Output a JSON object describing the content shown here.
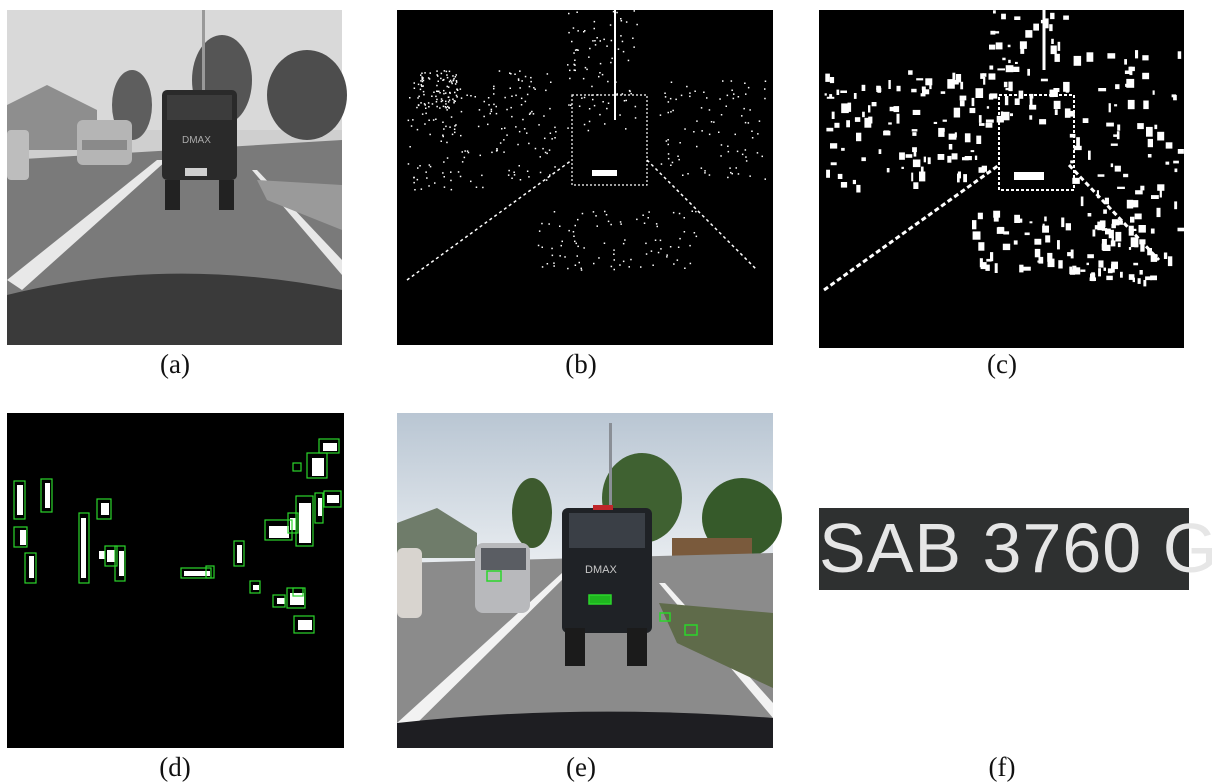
{
  "figure": {
    "panels": [
      {
        "id": "a",
        "label": "(a)"
      },
      {
        "id": "b",
        "label": "(b)"
      },
      {
        "id": "c",
        "label": "(c)"
      },
      {
        "id": "d",
        "label": "(d)"
      },
      {
        "id": "e",
        "label": "(e)"
      },
      {
        "id": "f",
        "label": "(f)"
      }
    ],
    "plate_text": "SAB 3760 G",
    "truck_badge": "DMAX",
    "colors": {
      "box_green": "#2bd62b",
      "sky_gray": "#cfcfcf",
      "road_gray": "#6f6f6f"
    }
  }
}
